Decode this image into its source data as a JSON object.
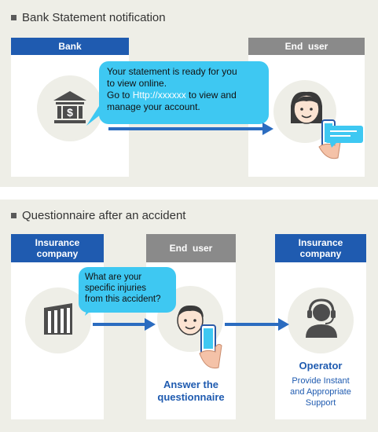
{
  "section1": {
    "title": "Bank Statement notification",
    "bank_header": "Bank",
    "user_header": "End  user",
    "message_line1": "Your statement is ready for you",
    "message_line2": "to view online.",
    "message_line3_prefix": "Go to ",
    "message_link": "Http://xxxxxx",
    "message_line3_suffix": " to view and",
    "message_line4": "manage your account."
  },
  "section2": {
    "title": "Questionnaire after an accident",
    "insurance_header_left": "Insurance\ncompany",
    "user_header": "End  user",
    "insurance_header_right": "Insurance\ncompany",
    "question_line1": "What are your",
    "question_line2": "specific injuries",
    "question_line3": "from this accident?",
    "answer_caption_line1": "Answer the",
    "answer_caption_line2": "questionnaire",
    "operator_label": "Operator",
    "operator_desc_line1": "Provide Instant",
    "operator_desc_line2": "and Appropriate",
    "operator_desc_line3": "Support"
  },
  "colors": {
    "accent_blue": "#1f5bb0",
    "bubble_cyan": "#3ec8f2",
    "panel_bg": "#eeeee7",
    "header_gray": "#8a8a8a"
  },
  "icons": [
    "bank-icon",
    "person-with-phone-icon",
    "chat-bubble-icon",
    "insurance-building-icon",
    "operator-headset-icon",
    "arrow-right-icon"
  ]
}
